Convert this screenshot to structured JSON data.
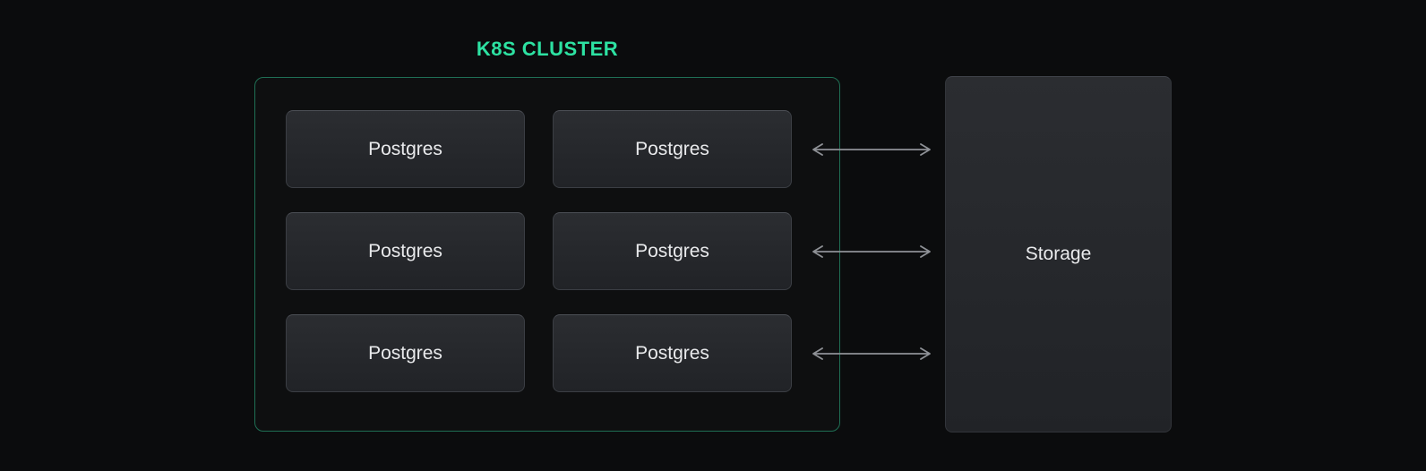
{
  "diagram": {
    "cluster": {
      "title": "K8S CLUSTER",
      "nodes": [
        {
          "label": "Postgres"
        },
        {
          "label": "Postgres"
        },
        {
          "label": "Postgres"
        },
        {
          "label": "Postgres"
        },
        {
          "label": "Postgres"
        },
        {
          "label": "Postgres"
        }
      ]
    },
    "storage": {
      "label": "Storage"
    },
    "connections": [
      {
        "from": "Postgres (row 1, right column)",
        "to": "Storage",
        "direction": "bidirectional"
      },
      {
        "from": "Postgres (row 2, right column)",
        "to": "Storage",
        "direction": "bidirectional"
      },
      {
        "from": "Postgres (row 3, right column)",
        "to": "Storage",
        "direction": "bidirectional"
      }
    ]
  },
  "colors": {
    "page-bg": "#0b0c0d",
    "accent": "#2de2a2",
    "cluster-border": "#1f6f54",
    "node-bg-top": "#2b2d31",
    "node-bg-bottom": "#212327",
    "node-border": "#3b3e44",
    "node-text": "#e9eaec",
    "arrow-color": "#8e9196"
  }
}
